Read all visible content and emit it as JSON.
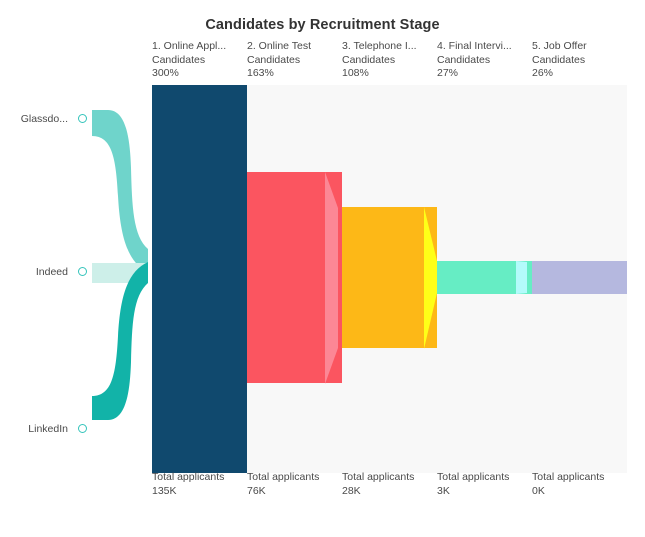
{
  "chart_data": {
    "type": "bar",
    "title": "Candidates by Recruitment Stage",
    "xlabel": "",
    "ylabel": "",
    "categories": [
      "1. Online Appl...",
      "2. Online Test",
      "3. Telephone I...",
      "4. Final Intervi...",
      "5. Job Offer"
    ],
    "measure_label": "Candidates",
    "percent_labels": [
      "300%",
      "163%",
      "108%",
      "27%",
      "26%"
    ],
    "values": [
      300,
      163,
      108,
      27,
      26
    ],
    "footer_label": "Total applicants",
    "footer_values": [
      "135K",
      "76K",
      "28K",
      "3K",
      "0K"
    ],
    "bar_colors": [
      "#10496e",
      "#fb5560",
      "#fdb817",
      "#66edc4",
      "#b5b8df"
    ],
    "connector_colors": [
      "#2b79b8",
      "#fc8795",
      "#ffff18",
      "#b3fbfb"
    ],
    "track_color": "#f8f8f8",
    "sources": [
      {
        "label": "Glassdo...",
        "color": "#6fd4cb"
      },
      {
        "label": "Indeed",
        "color": "#cdefe9"
      },
      {
        "label": "LinkedIn",
        "color": "#12b3a8"
      }
    ]
  },
  "stages": [
    {
      "name": "1. Online Appl...",
      "measure": "Candidates",
      "percent": "300%",
      "footer_label": "Total applicants",
      "footer_value": "135K"
    },
    {
      "name": "2. Online Test",
      "measure": "Candidates",
      "percent": "163%",
      "footer_label": "Total applicants",
      "footer_value": "76K"
    },
    {
      "name": "3. Telephone I...",
      "measure": "Candidates",
      "percent": "108%",
      "footer_label": "Total applicants",
      "footer_value": "28K"
    },
    {
      "name": "4. Final Intervi...",
      "measure": "Candidates",
      "percent": "27%",
      "footer_label": "Total applicants",
      "footer_value": "3K"
    },
    {
      "name": "5. Job Offer",
      "measure": "Candidates",
      "percent": "26%",
      "footer_label": "Total applicants",
      "footer_value": "0K"
    }
  ],
  "sources": [
    {
      "label": "Glassdo..."
    },
    {
      "label": "Indeed"
    },
    {
      "label": "LinkedIn"
    }
  ],
  "title": "Candidates by Recruitment Stage"
}
